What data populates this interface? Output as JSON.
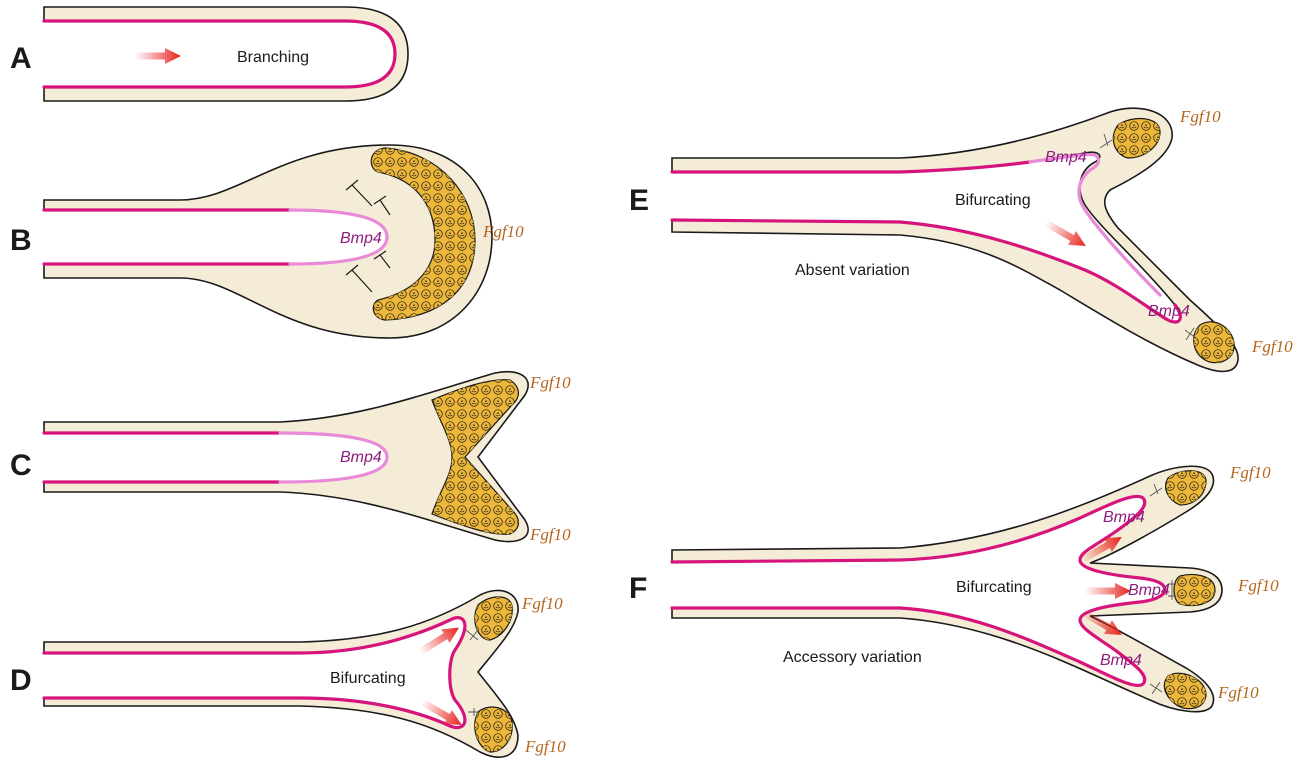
{
  "panels": {
    "A": {
      "letter": "A",
      "process_label": "Branching"
    },
    "B": {
      "letter": "B",
      "bmp_label": "Bmp4",
      "fgf_label": "Fgf10"
    },
    "C": {
      "letter": "C",
      "bmp_label": "Bmp4",
      "fgf_top_label": "Fgf10",
      "fgf_bottom_label": "Fgf10"
    },
    "D": {
      "letter": "D",
      "process_label": "Bifurcating",
      "fgf_top_label": "Fgf10",
      "fgf_bottom_label": "Fgf10"
    },
    "E": {
      "letter": "E",
      "process_label": "Bifurcating",
      "variation_label": "Absent variation",
      "bmp_top_label": "Bmp4",
      "bmp_bottom_label": "Bmp4",
      "fgf_top_label": "Fgf10",
      "fgf_bottom_label": "Fgf10"
    },
    "F": {
      "letter": "F",
      "process_label": "Bifurcating",
      "variation_label": "Accessory variation",
      "bmp_top_label": "Bmp4",
      "bmp_middle_label": "Bmp4",
      "bmp_bottom_label": "Bmp4",
      "fgf_top_label": "Fgf10",
      "fgf_middle_label": "Fgf10",
      "fgf_bottom_label": "Fgf10"
    }
  },
  "colors": {
    "mesenchyme_fill": "#f5ecd7",
    "epithelium": "#d6147c",
    "epithelium_bmp4_active": "#e98ad8",
    "fgf10_cluster": "#edb739",
    "bmp4_text": "#8e1c7c",
    "fgf10_text": "#b5651d",
    "arrow": "#e8221c"
  }
}
